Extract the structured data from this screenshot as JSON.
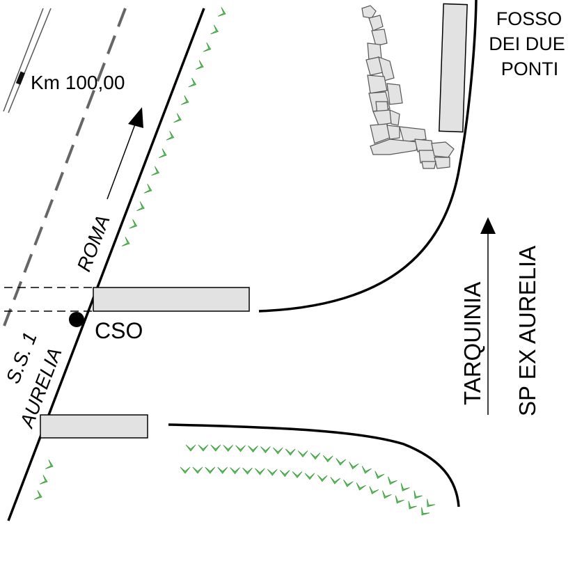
{
  "map": {
    "labels": {
      "km": "Km 100,00",
      "fosso_line1": "FOSSO",
      "fosso_line2": "DEI DUE",
      "fosso_line3": "PONTI",
      "roma": "ROMA",
      "cso": "CSO",
      "ss1_line1": "S.S. 1",
      "ss1_line2": "AURELIA",
      "tarquinia": "TARQUINIA",
      "sp_ex_aurelia": "SP EX AURELIA"
    },
    "colors": {
      "line": "#000000",
      "dashed_road": "#666666",
      "bridge_fill": "#e2e2e2",
      "vegetation": "#5cc85c",
      "rock_fill": "#e3e3e3",
      "rock_stroke": "#555555"
    },
    "icons": {
      "vegetation": "grass-tuft-icon",
      "direction": "arrow-icon",
      "monitoring_point": "filled-circle-icon",
      "km_marker": "kilometre-marker-icon"
    }
  }
}
